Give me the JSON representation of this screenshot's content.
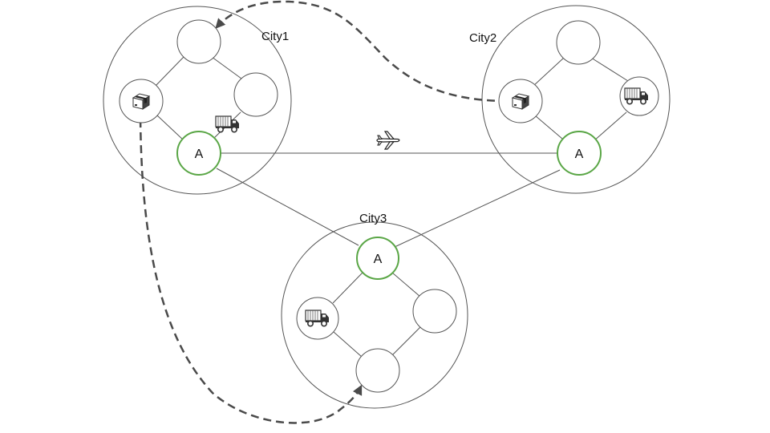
{
  "cities": [
    {
      "name": "City1"
    },
    {
      "name": "City2"
    },
    {
      "name": "City3"
    }
  ],
  "airport_label": "A",
  "icons": {
    "package": "package-icon",
    "truck": "truck-icon",
    "airplane": "airplane-icon"
  },
  "colors": {
    "airport_border": "#5aa646",
    "line": "#555555",
    "dashed_route": "#4a4a4a"
  }
}
